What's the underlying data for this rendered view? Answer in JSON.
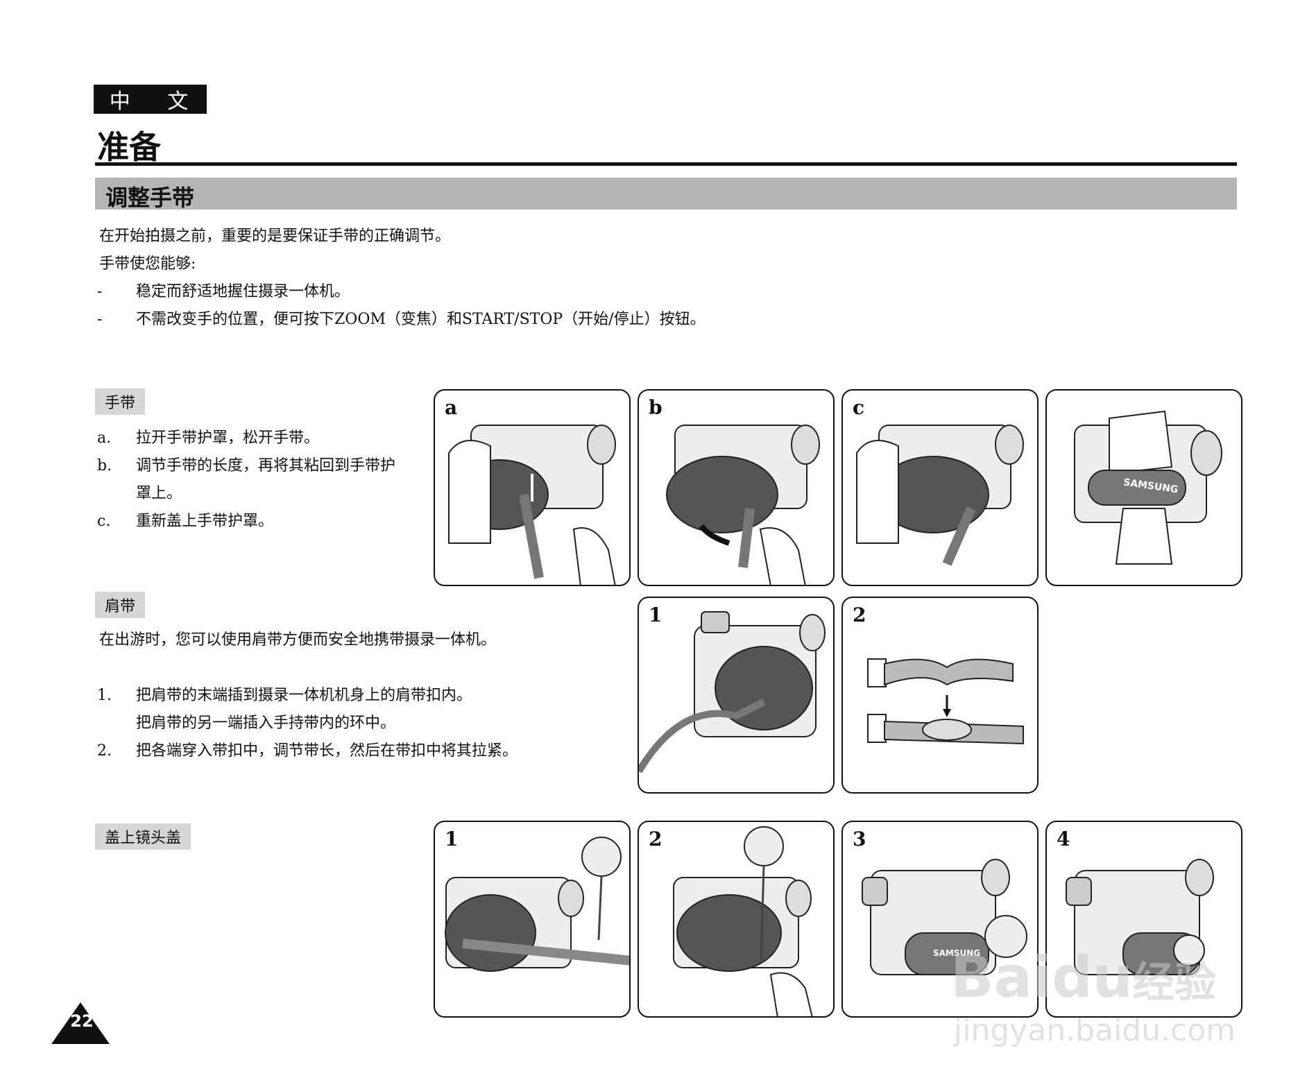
{
  "header": {
    "lang": "中 文",
    "chapter": "准备"
  },
  "section": {
    "title": "调整手带"
  },
  "intro": {
    "line1": "在开始拍摄之前，重要的是要保证手带的正确调节。",
    "line2": "手带使您能够:",
    "bullets": [
      {
        "mark": "-",
        "text": "稳定而舒适地握住摄录一体机。"
      },
      {
        "mark": "-",
        "text": "不需改变手的位置，便可按下ZOOM（变焦）和START/STOP（开始/停止）按钮。"
      }
    ]
  },
  "hand_strap": {
    "label": "手带",
    "steps": [
      {
        "mark": "a.",
        "text": "拉开手带护罩，松开手带。"
      },
      {
        "mark": "b.",
        "text": "调节手带的长度，再将其粘回到手带护",
        "cont": "罩上。"
      },
      {
        "mark": "c.",
        "text": "重新盖上手带护罩。"
      }
    ],
    "panels": [
      "a",
      "b",
      "c",
      ""
    ],
    "brand": "SAMSUNG"
  },
  "shoulder_strap": {
    "label": "肩带",
    "desc": "在出游时，您可以使用肩带方便而安全地携带摄录一体机。",
    "steps": [
      {
        "mark": "1.",
        "text": "把肩带的末端插到摄录一体机机身上的肩带扣内。",
        "cont": "把肩带的另一端插入手持带内的环中。"
      },
      {
        "mark": "2.",
        "text": "把各端穿入带扣中，调节带长，然后在带扣中将其拉紧。"
      }
    ],
    "panels": [
      "1",
      "2"
    ]
  },
  "lens_cap": {
    "label": "盖上镜头盖",
    "panels": [
      "1",
      "2",
      "3",
      "4"
    ],
    "brand": "SAMSUNG"
  },
  "page": {
    "number": "22"
  },
  "watermark": {
    "brand": "Bai",
    "brand2": "du",
    "brand3": "经验",
    "url": "jingyan.baidu.com"
  }
}
